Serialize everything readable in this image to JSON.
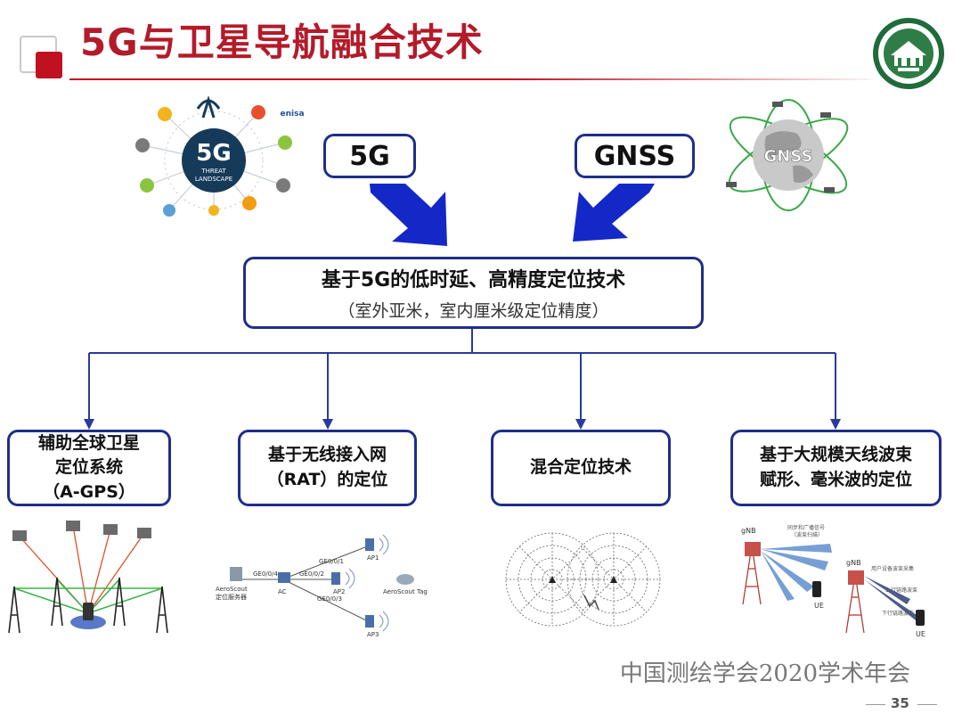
{
  "slide": {
    "title": "5G与卫星导航融合技术",
    "page_number": "35",
    "footer_text": "中国测绘学会2020学术年会"
  },
  "top_boxes": {
    "left_label": "5G",
    "right_label": "GNSS"
  },
  "main_box": {
    "line1": "基于5G的低时延、高精度定位技术",
    "line2": "（室外亚米，室内厘米级定位精度）"
  },
  "leaves": [
    {
      "lines": [
        "辅助全球卫星",
        "定位系统",
        "（A-GPS）"
      ]
    },
    {
      "lines": [
        "基于无线接入网",
        "（RAT）的定位"
      ]
    },
    {
      "lines": [
        "混合定位技术"
      ]
    },
    {
      "lines": [
        "基于大规模天线波束",
        "赋形、毫米波的定位"
      ]
    }
  ],
  "images": {
    "fiveg_badge": {
      "big": "5G",
      "sub1": "THREAT",
      "sub2": "LANDSCAPE",
      "brand": "enisa"
    },
    "gnss_globe": {
      "label": "GNSS"
    },
    "rat_network": {
      "aeroscout_server": "AeroScout",
      "server_sub": "定位服务器",
      "ac": "AC",
      "ge004": "GE0/0/4",
      "ge001": "GE0/0/1",
      "ge002": "GE0/0/2",
      "ge003": "GE0/0/3",
      "ap1": "AP1",
      "ap2": "AP2",
      "ap3": "AP3",
      "tag": "AeroScout Tag"
    },
    "beam": {
      "gnb1": "gNB",
      "gnb2": "gNB",
      "ue1": "UE",
      "ue2": "UE",
      "txt1": "同步和广播信号",
      "txt1b": "（波束扫描）",
      "txt2": "用户设备波束采集",
      "txt3": "上行链路波束",
      "txt4": "下行链路波束"
    }
  },
  "colors": {
    "title_red": "#b31b2a",
    "box_border": "#1f2e8a",
    "arrow_blue": "#1428c8",
    "connector_blue": "#2a3a9a"
  }
}
